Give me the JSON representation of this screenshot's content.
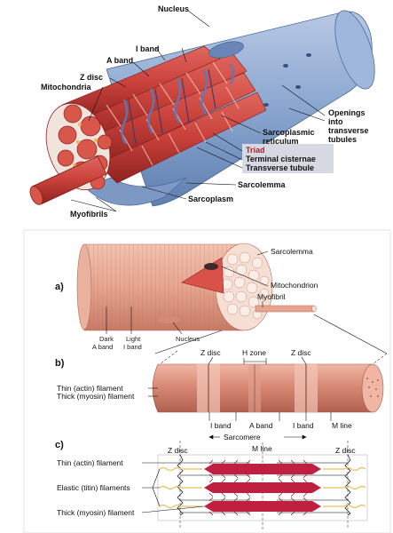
{
  "top": {
    "labels": {
      "nucleus": "Nucleus",
      "i_band": "I band",
      "a_band": "A band",
      "z_disc": "Z disc",
      "mitochondria": "Mitochondria",
      "openings": [
        "Openings",
        "into",
        "transverse",
        "tubules"
      ],
      "sr": [
        "Sarcoplasmic",
        "reticulum"
      ],
      "triad": [
        "Triad",
        "Terminal cisternae",
        "Transverse tubule"
      ],
      "sarcolemma": "Sarcolemma",
      "sarcoplasm": "Sarcoplasm",
      "myofibrils": "Myofibrils"
    }
  },
  "bottom": {
    "sections": {
      "a": "a)",
      "b": "b)",
      "c": "c)"
    },
    "a": {
      "sarcolemma": "Sarcolemma",
      "mitochondrion": "Mitochondrion",
      "myofibril": "Myofibril",
      "dark_a": [
        "Dark",
        "A band"
      ],
      "light_i": [
        "Light",
        "I band"
      ],
      "nucleus": "Nucleus"
    },
    "b": {
      "z_disc_1": "Z disc",
      "h_zone": "H zone",
      "z_disc_2": "Z disc",
      "thin": "Thin (actin) filament",
      "thick": "Thick (myosin) filament",
      "i_band_1": "I band",
      "a_band": "A band",
      "i_band_2": "I band",
      "m_line": "M line",
      "sarcomere": "Sarcomere"
    },
    "c": {
      "z_disc_1": "Z disc",
      "m_line": "M line",
      "z_disc_2": "Z disc",
      "thin": "Thin (actin) filament",
      "elastic": "Elastic (titin) filaments",
      "thick": "Thick (myosin) filament"
    }
  },
  "colors": {
    "muscle_red": "#c8403a",
    "muscle_dark": "#8e2220",
    "sarcolemma_blue": "#8aa6cf",
    "tubule_blue": "#4f7fc0",
    "myosin": "#c0203f",
    "titin": "#e8c060",
    "fiber_pink": "#e6a48e",
    "triad_box": "#d6d9e2"
  }
}
